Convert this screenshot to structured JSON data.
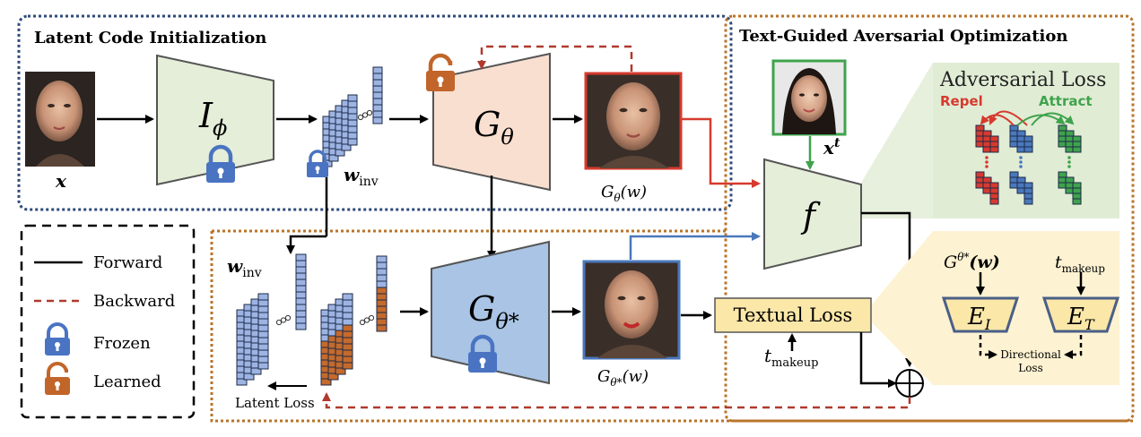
{
  "regions": {
    "init_title": "Latent Code Initialization",
    "adv_title": "Text-Guided Aversarial Optimization"
  },
  "legend": {
    "forward": "Forward",
    "backward": "Backward",
    "frozen": "Frozen",
    "learned": "Learned"
  },
  "labels": {
    "input_x": "x",
    "inverter": "I",
    "inverter_sub": "ϕ",
    "winv_top_base": "w",
    "winv_top_sub": "inv",
    "winv_bottom_base": "w",
    "winv_bottom_sub": "inv",
    "generator_top": "G",
    "generator_top_sub": "θ",
    "gen_top_output_base": "G",
    "gen_top_output_sub": "θ",
    "gen_top_output_arg": "(w)",
    "generator_bottom": "G",
    "generator_bottom_sub": "θ*",
    "gen_bottom_output_base": "G",
    "gen_bottom_output_sub": "θ*",
    "gen_bottom_output_arg": "(w)",
    "target_xt_base": "x",
    "target_xt_sup": "t",
    "face_model": "f",
    "latent_loss": "Latent Loss",
    "textual_loss": "Textual Loss",
    "t_makeup_base": "t",
    "t_makeup_sub": "makeup",
    "adversarial_loss": "Adversarial Loss",
    "repel": "Repel",
    "attract": "Attract",
    "ei_base": "E",
    "ei_sub": "I",
    "et_base": "E",
    "et_sub": "T",
    "clip_gen_base": "G",
    "clip_gen_sub": "θ*",
    "clip_gen_arg": "(w)",
    "clip_t_base": "t",
    "clip_t_sub": "makeup",
    "directional_loss_1": "Directional",
    "directional_loss_2": "Loss"
  },
  "colors": {
    "init_border": "#2e4a7a",
    "adv_border": "#b8742a",
    "backward": "#b03a2e",
    "forward": "#000000",
    "frozen_lock": "#4a74c2",
    "learned_lock": "#c2652a",
    "inverter_fill": "#e4eed8",
    "gen_top_fill": "#f8dfd0",
    "gen_bottom_fill": "#a9c4e4",
    "face_fill": "#e4eed8",
    "latent_blue": "#9db4e3",
    "latent_orange": "#c46a2c",
    "textual_fill": "#fbe7a8",
    "adv_panel_fill": "#e1ecd5",
    "clip_panel_fill": "#fdf2d2",
    "red": "#d63a2e",
    "green": "#3fa34d",
    "blue_line": "#4a78bb"
  }
}
